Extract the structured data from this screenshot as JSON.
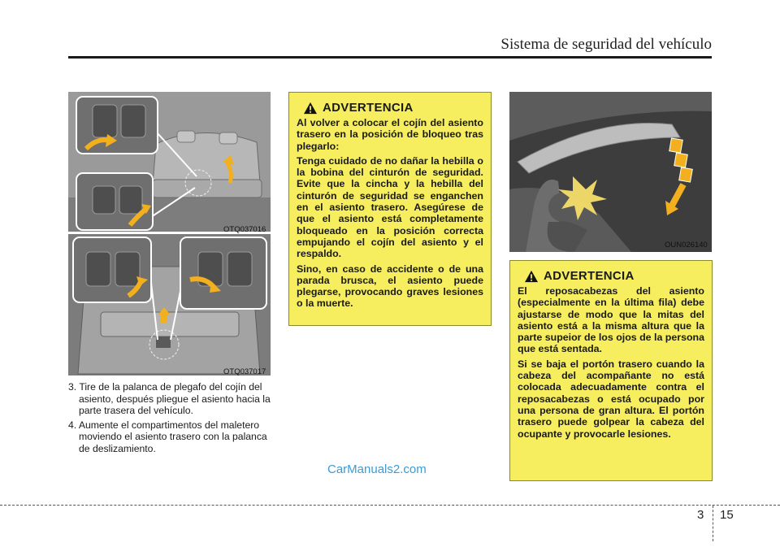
{
  "header": {
    "title": "Sistema de seguridad del vehículo"
  },
  "figures": {
    "fig1_label": "OTQ037016",
    "fig2_label": "OTQ037017",
    "fig3_label": "OUN026140"
  },
  "steps": [
    {
      "text": "3. Tire de la palanca de plegafo del cojín del asiento, después pliegue el asiento hacia la parte trasera del vehículo."
    },
    {
      "text": "4. Aumente el compartimentos del maletero moviendo el asiento trasero con la palanca de deslizamiento."
    }
  ],
  "warning1": {
    "title": "ADVERTENCIA",
    "paragraphs": [
      "Al volver a colocar el cojín del asiento trasero en la posición de bloqueo tras plegarlo:",
      "Tenga cuidado de no dañar la hebilla o la bobina del cinturón de seguridad. Evite que la cincha y la hebilla del cinturón de seguridad se enganchen en el asiento trasero. Asegúrese de que el asiento está completamente bloqueado en la posición correcta empujando el cojín del asiento y el respaldo.",
      "Sino, en caso de accidente o de una parada brusca, el asiento puede plegarse, provocando graves lesiones o la muerte."
    ]
  },
  "warning2": {
    "title": "ADVERTENCIA",
    "paragraphs": [
      "El reposacabezas del asiento (especialmente en la última fila) debe ajustarse de modo que la mitas del asiento está a la misma altura que la parte supeior de los ojos de la persona que está sentada.",
      "Si se baja el portón trasero cuando la cabeza del acompañante no está colocada adecuadamente contra el reposacabezas o está ocupado por una persona de gran altura. El portón trasero puede golpear la cabeza del ocupante y provocarle lesiones."
    ]
  },
  "footer": {
    "chapter": "3",
    "page": "15",
    "watermark": "CarManuals2.com"
  },
  "colors": {
    "warning_bg": "#f6ee5e",
    "arrow": "#f2b01e",
    "watermark": "#3b9bd6"
  }
}
